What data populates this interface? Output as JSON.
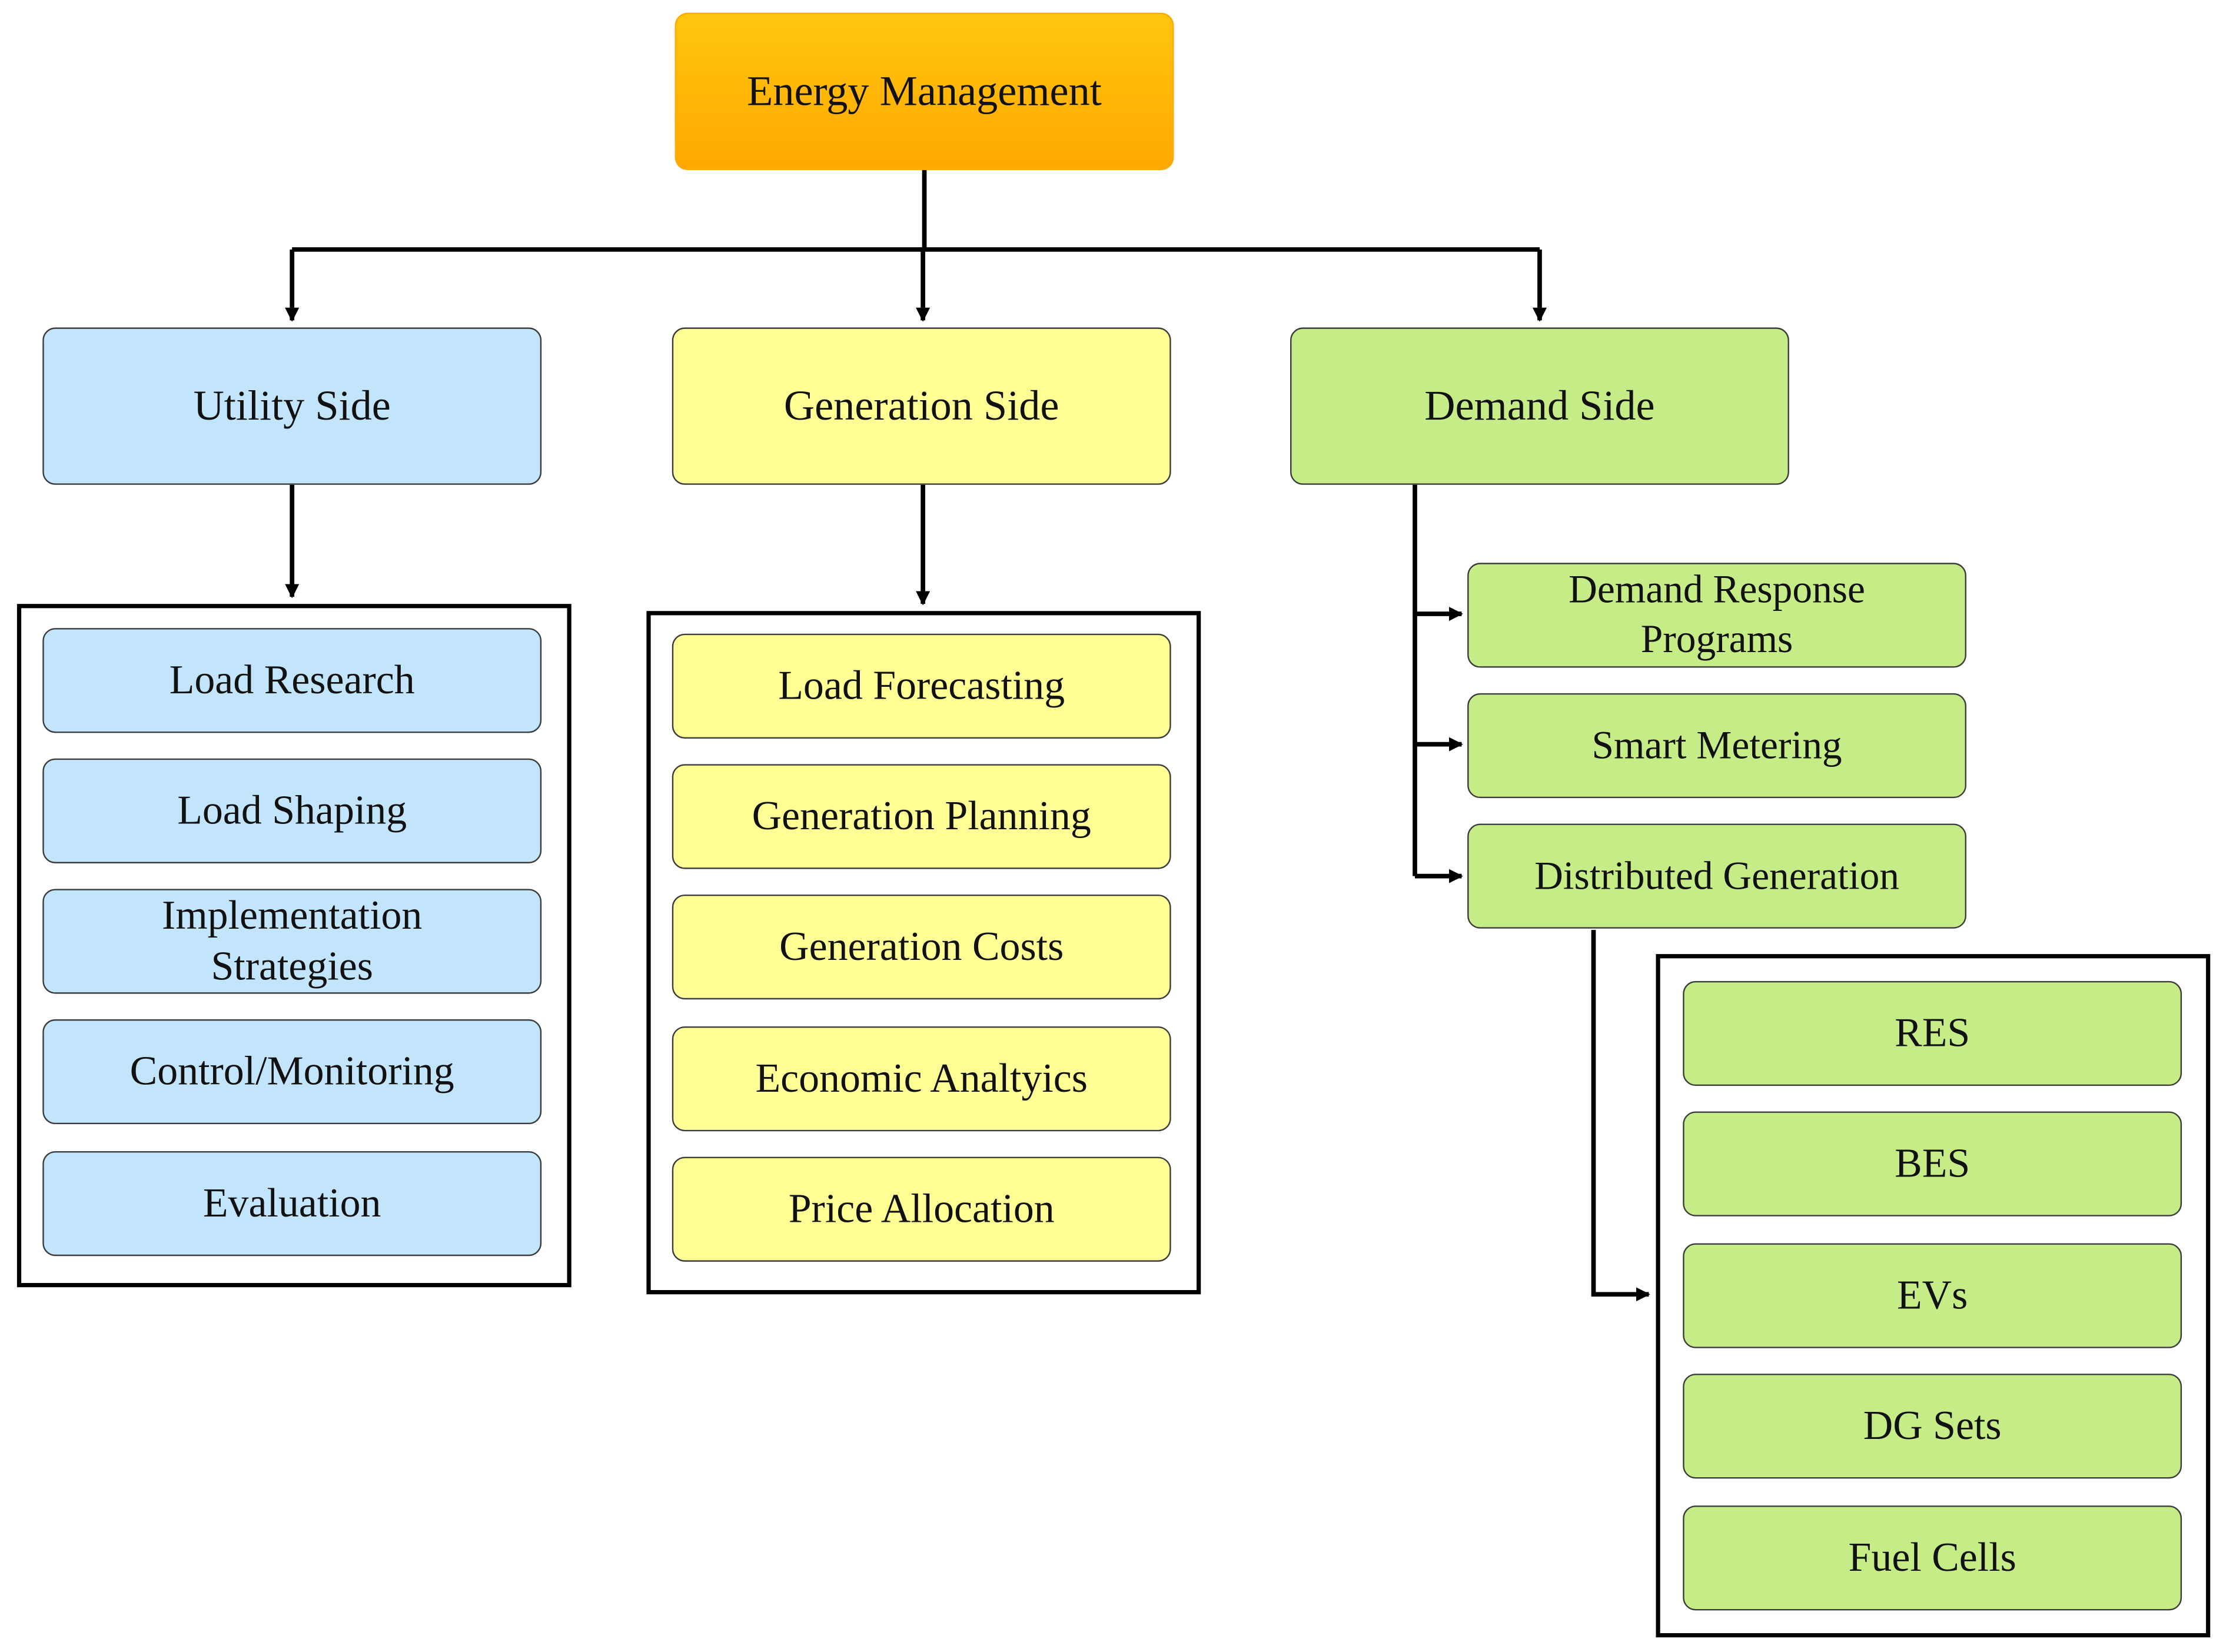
{
  "colors": {
    "root_fill_top": "#ffc60f",
    "root_fill_bottom": "#ffa800",
    "utility_fill": "#c2e5fc",
    "generation_fill": "#ffff96",
    "demand_fill": "#c6ec88",
    "connector": "#000000"
  },
  "root": {
    "label": "Energy Management"
  },
  "utility": {
    "label": "Utility Side",
    "items": [
      "Load Research",
      "Load Shaping",
      "Implementation Strategies",
      "Control/Monitoring",
      "Evaluation"
    ]
  },
  "generation": {
    "label": "Generation Side",
    "items": [
      "Load Forecasting",
      "Generation Planning",
      "Generation Costs",
      "Economic Analtyics",
      "Price Allocation"
    ]
  },
  "demand": {
    "label": "Demand Side",
    "items": [
      "Demand Response Programs",
      "Smart Metering",
      "Distributed Generation"
    ],
    "distributed_generation": {
      "items": [
        "RES",
        "BES",
        "EVs",
        "DG Sets",
        "Fuel Cells"
      ]
    }
  }
}
